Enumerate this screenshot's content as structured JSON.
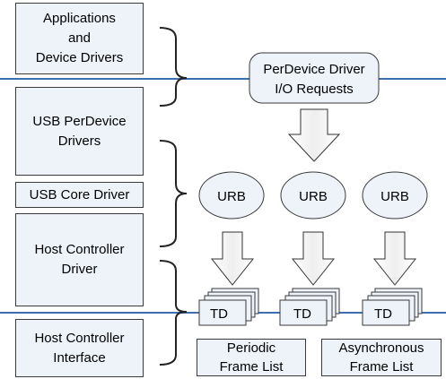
{
  "layers": {
    "applications": "Applications\nand\nDevice Drivers",
    "usb_perdevice_drivers": "USB PerDevice\nDrivers",
    "usb_core_driver": "USB Core Driver",
    "host_controller_driver": "Host Controller\nDriver",
    "host_controller_interface": "Host Controller\nInterface"
  },
  "request_box": {
    "line1": "PerDevice Driver",
    "line2": "I/O Requests"
  },
  "urbs": [
    "URB",
    "URB",
    "URB"
  ],
  "tds": [
    "TD",
    "TD",
    "TD"
  ],
  "frame_lists": {
    "periodic": "Periodic\nFrame List",
    "asynchronous": "Asynchronous\nFrame List"
  },
  "colors": {
    "box_fill": "#eef3fa",
    "boundary_line": "#3f6fb0",
    "stroke": "#3a3a3a"
  }
}
